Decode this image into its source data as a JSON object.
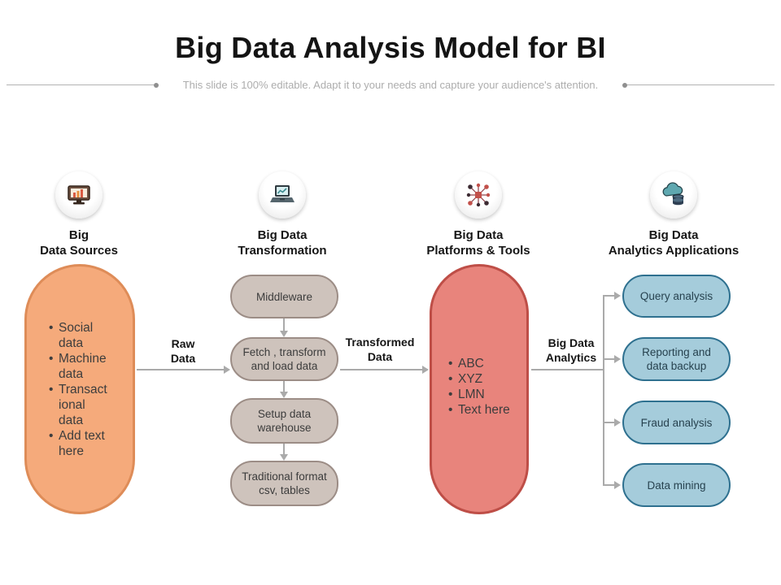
{
  "title": "Big Data Analysis Model for BI",
  "subtitle": "This slide is 100% editable. Adapt it to your needs and capture your audience's attention.",
  "colors": {
    "sources_fill": "#F5AA7B",
    "sources_border": "#DE8C58",
    "transformation_fill": "#CEC3BC",
    "transformation_border": "#9C8D86",
    "platforms_fill": "#E8847C",
    "platforms_border": "#BE4E47",
    "applications_fill": "#A5CCDB",
    "applications_border": "#2E708F",
    "connector": "#AAAAAA"
  },
  "sources": {
    "icon": "monitor-chart-icon",
    "heading_line1": "Big",
    "heading_line2": "Data Sources",
    "items": [
      "Social data",
      "Machine data",
      "Transactional data",
      "Add text here"
    ]
  },
  "transformation": {
    "icon": "laptop-chart-icon",
    "heading_line1": "Big Data",
    "heading_line2": "Transformation",
    "steps": [
      "Middleware",
      "Fetch , transform and load data",
      "Setup data warehouse",
      "Traditional format csv, tables"
    ]
  },
  "platforms": {
    "icon": "network-nodes-icon",
    "heading_line1": "Big Data",
    "heading_line2": "Platforms & Tools",
    "items": [
      "ABC",
      "XYZ",
      "LMN",
      "Text here"
    ]
  },
  "applications": {
    "icon": "cloud-database-icon",
    "heading_line1": "Big Data",
    "heading_line2": "Analytics Applications",
    "items": [
      "Query analysis",
      "Reporting and data backup",
      "Fraud analysis",
      "Data mining"
    ]
  },
  "flow_labels": {
    "raw_line1": "Raw",
    "raw_line2": "Data",
    "transformed_line1": "Transformed",
    "transformed_line2": "Data",
    "analytics_line1": "Big Data",
    "analytics_line2": "Analytics"
  }
}
